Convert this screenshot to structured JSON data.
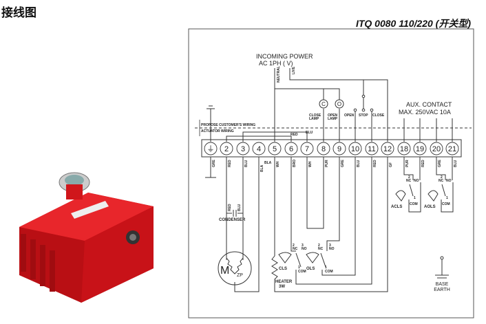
{
  "header": {
    "title": "接线图",
    "model": "ITQ 0080 110/220 (开关型)"
  },
  "diagram": {
    "incoming_power": "INCOMING POWER",
    "ac_phase": "AC 1PH (   V)",
    "neutral": "NEUTRAL",
    "live": "LIVE",
    "close_lamp_glyph": "C",
    "open_lamp_glyph": "O",
    "close_lamp": [
      "CLOSE",
      "LAMP"
    ],
    "open_lamp": [
      "OPEN",
      "LAMP"
    ],
    "open": "OPEN",
    "stop": "STOP",
    "close": "CLOSE",
    "aux_contact": "AUX. CONTACT",
    "aux_rating": "MAX. 250VAC 10A",
    "customer_wiring": "PROPOSE CUSTOMER'S WIRING",
    "actuator_wiring": "ACTUATOR WIRING",
    "jumper_red": "RED",
    "jumper_blu": "BLU",
    "terminals": [
      "⏚",
      "2",
      "3",
      "4",
      "5",
      "6",
      "7",
      "8",
      "9",
      "10",
      "11",
      "12",
      "18",
      "19",
      "20",
      "21"
    ],
    "wire_colors": [
      "GRE",
      "RED",
      "BLU",
      "BLA",
      "WH",
      "BRO",
      "WH",
      "PUR",
      "GRE",
      "BLU",
      "RED",
      "GF",
      "PUR",
      "RED",
      "GRE",
      "BLU"
    ],
    "bla_label": "BLA",
    "condenser": "CONDENSER",
    "cond_red": "RED",
    "cond_blu": "BLU",
    "motor": "M",
    "zp": "ZP",
    "heater": "HEATER",
    "heater_power": "3W",
    "cls": "CLS",
    "ols": "OLS",
    "acls": "ACLS",
    "aols": "AOLS",
    "nc": "NC",
    "no": "NO",
    "com": "COM",
    "pin1": "1",
    "pin2": "2",
    "pin3": "3",
    "base_earth": [
      "BASE",
      "EARTH"
    ]
  },
  "colors": {
    "actuator_red": "#d8141a",
    "line": "#333333"
  }
}
